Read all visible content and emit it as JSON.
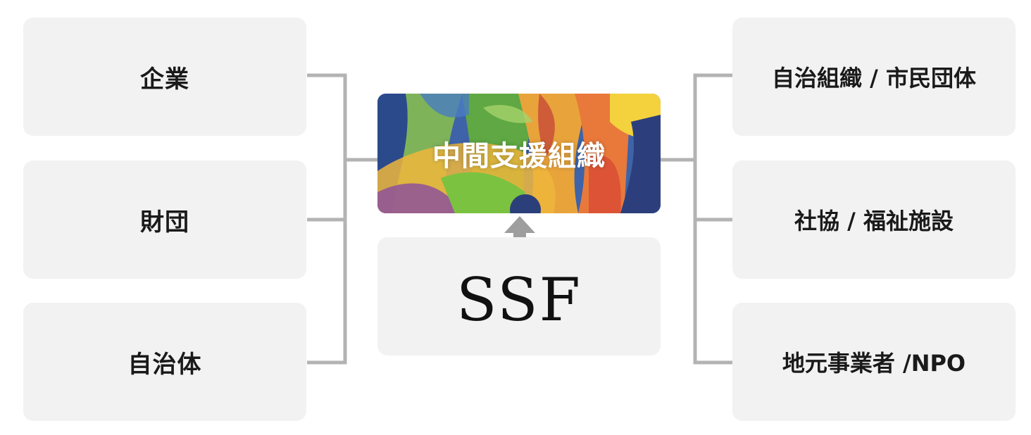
{
  "left_nodes": [
    {
      "label": "企業"
    },
    {
      "label": "財団"
    },
    {
      "label": "自治体"
    }
  ],
  "right_nodes": [
    {
      "label": "自治組織 / 市民団体"
    },
    {
      "label": "社協 / 福祉施設"
    },
    {
      "label": "地元事業者 /NPO"
    }
  ],
  "center": {
    "label": "中間支援組織"
  },
  "bottom": {
    "label": "SSF"
  },
  "colors": {
    "node_background": "#f2f2f2",
    "connector": "#b3b3b3",
    "arrow": "#9e9e9e",
    "text": "#1a1a1a"
  }
}
